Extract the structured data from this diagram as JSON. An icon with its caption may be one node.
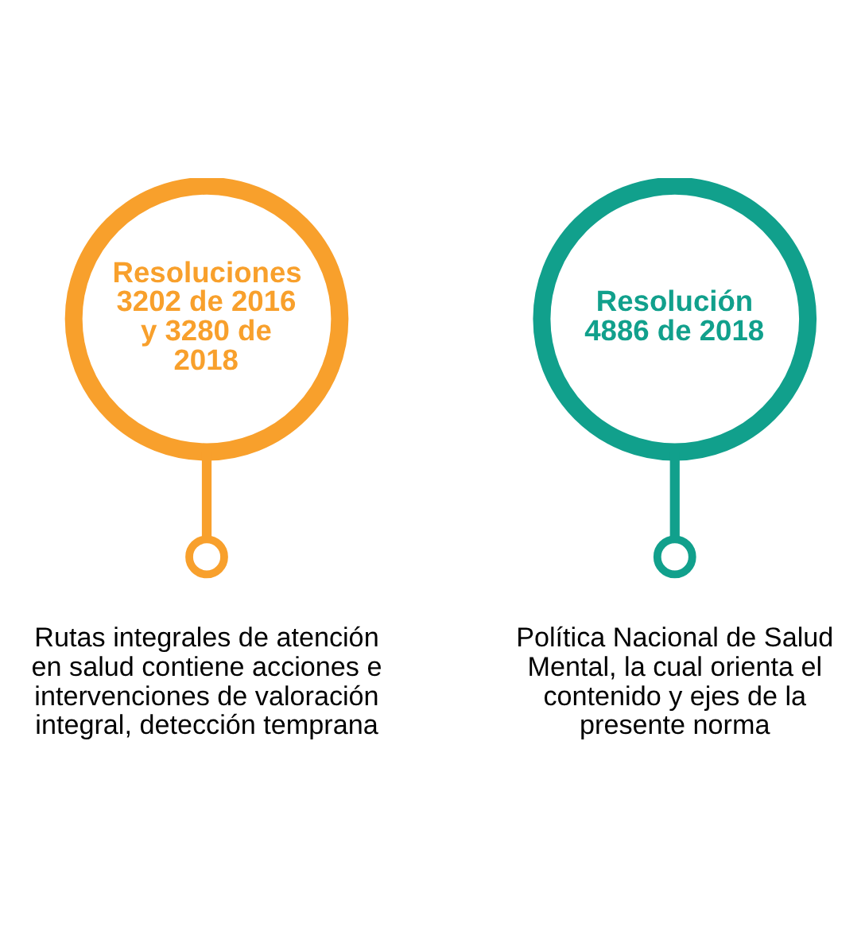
{
  "diagram": {
    "nodes": [
      {
        "text": [
          "Resoluciones 3202 de 2016 y 3280 de 2018"
        ]
      },
      {
        "text": [
          "Resolución 4886 de 2018"
        ]
      },
      {
        "text": [],
        "shape": "circle",
        "beside": [
          "Rutas integrales de atención en salud contiene acciones e intervenciones de valoración integral, detección temprana"
        ]
      },
      {
        "text": [],
        "shape": "circle",
        "beside": [
          "Política Nacional de Salud Mental, la cual orienta el contenido y ejes de la presente norma"
        ]
      }
    ],
    "edges": [
      {
        "from": 0,
        "to": 2,
        "arrow": "none",
        "color": "#f8a02c"
      },
      {
        "from": 1,
        "to": 3,
        "arrow": "none",
        "color": "#11a08c"
      }
    ]
  }
}
